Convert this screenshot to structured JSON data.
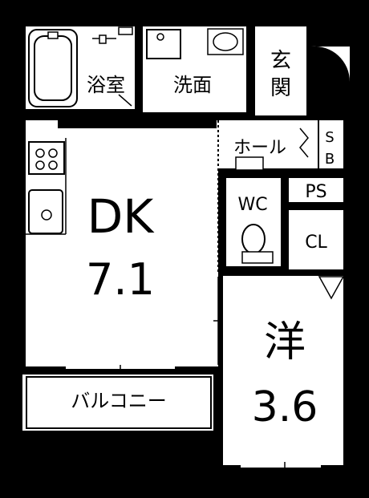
{
  "rooms": {
    "bath": "浴室",
    "washroom": "洗面",
    "entrance_top": "玄",
    "entrance_bottom": "関",
    "hall": "ホール",
    "storage_s": "S",
    "storage_b": "B",
    "wc": "WC",
    "ps": "PS",
    "cl": "CL",
    "dk_name": "DK",
    "dk_size": "7.1",
    "western_name": "洋",
    "western_size": "3.6",
    "balcony": "バルコニー"
  }
}
